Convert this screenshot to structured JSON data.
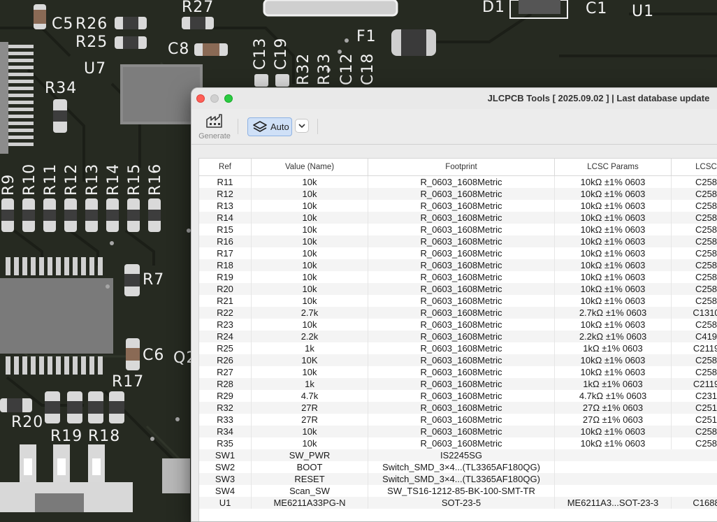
{
  "pcb": {
    "labels": [
      "C5",
      "R26",
      "R25",
      "R27",
      "U7",
      "C8",
      "C13",
      "C19",
      "R32",
      "R33",
      "C12",
      "C18",
      "F1",
      "D1",
      "C1",
      "U1",
      "R34",
      "R9",
      "R10",
      "R11",
      "R12",
      "R13",
      "R14",
      "R15",
      "R16",
      "R7",
      "C6",
      "R17",
      "Q2",
      "R20",
      "R19",
      "R18"
    ]
  },
  "window": {
    "title": "JLCPCB Tools [ 2025.09.02 ] | Last database update",
    "toolbar": {
      "generate_label": "Generate",
      "auto_label": "Auto"
    },
    "table": {
      "columns": [
        "Ref",
        "Value (Name)",
        "Footprint",
        "LCSC Params",
        "LCSC"
      ],
      "rows": [
        [
          "R11",
          "10k",
          "R_0603_1608Metric",
          "10kΩ ±1% 0603",
          "C258"
        ],
        [
          "R12",
          "10k",
          "R_0603_1608Metric",
          "10kΩ ±1% 0603",
          "C258"
        ],
        [
          "R13",
          "10k",
          "R_0603_1608Metric",
          "10kΩ ±1% 0603",
          "C258"
        ],
        [
          "R14",
          "10k",
          "R_0603_1608Metric",
          "10kΩ ±1% 0603",
          "C258"
        ],
        [
          "R15",
          "10k",
          "R_0603_1608Metric",
          "10kΩ ±1% 0603",
          "C258"
        ],
        [
          "R16",
          "10k",
          "R_0603_1608Metric",
          "10kΩ ±1% 0603",
          "C258"
        ],
        [
          "R17",
          "10k",
          "R_0603_1608Metric",
          "10kΩ ±1% 0603",
          "C258"
        ],
        [
          "R18",
          "10k",
          "R_0603_1608Metric",
          "10kΩ ±1% 0603",
          "C258"
        ],
        [
          "R19",
          "10k",
          "R_0603_1608Metric",
          "10kΩ ±1% 0603",
          "C258"
        ],
        [
          "R20",
          "10k",
          "R_0603_1608Metric",
          "10kΩ ±1% 0603",
          "C258"
        ],
        [
          "R21",
          "10k",
          "R_0603_1608Metric",
          "10kΩ ±1% 0603",
          "C258"
        ],
        [
          "R22",
          "2.7k",
          "R_0603_1608Metric",
          "2.7kΩ ±1% 0603",
          "C1310"
        ],
        [
          "R23",
          "10k",
          "R_0603_1608Metric",
          "10kΩ ±1% 0603",
          "C258"
        ],
        [
          "R24",
          "2.2k",
          "R_0603_1608Metric",
          "2.2kΩ ±1% 0603",
          "C419"
        ],
        [
          "R25",
          "1k",
          "R_0603_1608Metric",
          "1kΩ ±1% 0603",
          "C2119"
        ],
        [
          "R26",
          "10K",
          "R_0603_1608Metric",
          "10kΩ ±1% 0603",
          "C258"
        ],
        [
          "R27",
          "10k",
          "R_0603_1608Metric",
          "10kΩ ±1% 0603",
          "C258"
        ],
        [
          "R28",
          "1k",
          "R_0603_1608Metric",
          "1kΩ ±1% 0603",
          "C2119"
        ],
        [
          "R29",
          "4.7k",
          "R_0603_1608Metric",
          "4.7kΩ ±1% 0603",
          "C231"
        ],
        [
          "R32",
          "27R",
          "R_0603_1608Metric",
          "27Ω ±1% 0603",
          "C251"
        ],
        [
          "R33",
          "27R",
          "R_0603_1608Metric",
          "27Ω ±1% 0603",
          "C251"
        ],
        [
          "R34",
          "10k",
          "R_0603_1608Metric",
          "10kΩ ±1% 0603",
          "C258"
        ],
        [
          "R35",
          "10k",
          "R_0603_1608Metric",
          "10kΩ ±1% 0603",
          "C258"
        ],
        [
          "SW1",
          "SW_PWR",
          "IS2245SG",
          "",
          ""
        ],
        [
          "SW2",
          "BOOT",
          "Switch_SMD_3×4...(TL3365AF180QG)",
          "",
          ""
        ],
        [
          "SW3",
          "RESET",
          "Switch_SMD_3×4...(TL3365AF180QG)",
          "",
          ""
        ],
        [
          "SW4",
          "Scan_SW",
          "SW_TS16-1212-85-BK-100-SMT-TR",
          "",
          ""
        ],
        [
          "U1",
          "ME6211A33PG-N",
          "SOT-23-5",
          "ME6211A3...SOT-23-3",
          "C1688"
        ]
      ]
    }
  },
  "colors": {
    "board": "#262a21",
    "silkscreen": "#f2f2f2",
    "pad": "#d9d9d9",
    "close": "#fe5f57",
    "minimize": "#d0d0d0",
    "zoom": "#2acb42",
    "accent": "#cfe0f7"
  }
}
